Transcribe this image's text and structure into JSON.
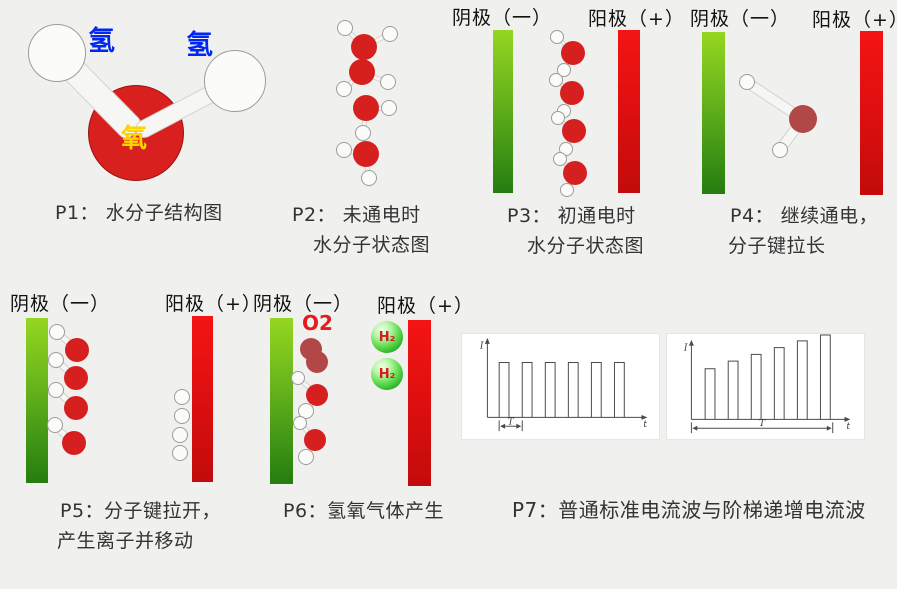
{
  "page": {
    "background": "#f0f0ee"
  },
  "colors": {
    "red_atom": "#d6201f",
    "muted_red_atom": "#b24747",
    "white_atom": "#fbfbf9",
    "hydrogen_label_blue": "#0227f2",
    "oxygen_label_yellow": "#ffd300",
    "green_electrode_top": "#96d620",
    "green_electrode_bottom": "#257d10",
    "red_electrode_top": "#f41414",
    "red_electrode_bottom": "#c20b0b",
    "o2_text_red": "#e31c1c",
    "h2_text_red": "#cf1f1f"
  },
  "p1": {
    "caption": "P1： 水分子结构图",
    "hydrogen_label": "氢",
    "oxygen_label": "氧"
  },
  "p2": {
    "caption_line1": "P2： 未通电时",
    "caption_line2": "水分子状态图"
  },
  "p3": {
    "cathode_label": "阴极（一）",
    "anode_label": "阳极（+）",
    "caption_line1": "P3： 初通电时",
    "caption_line2": "水分子状态图"
  },
  "p4": {
    "cathode_label": "阴极（一）",
    "anode_label": "阳极（+）",
    "caption_line1": "P4： 继续通电，",
    "caption_line2": "分子键拉长"
  },
  "p5": {
    "cathode_label": "阴极（一）",
    "anode_label": "阳极（+）",
    "caption_line1": "P5：分子键拉开，",
    "caption_line2": "产生离子并移动"
  },
  "p6": {
    "cathode_label": "阴极（一）",
    "anode_label": "阳极（+）",
    "o2_label": "O2",
    "h2_label": "H₂",
    "caption": "P6：氢氧气体产生"
  },
  "p7": {
    "caption": "P7：普通标准电流波与阶梯递增电流波"
  },
  "chart_data": [
    {
      "type": "bar",
      "name": "普通标准电流波",
      "ylabel": "I",
      "xlabel": "t",
      "period_label": "T",
      "marker": "first-period",
      "pulse_count": 6,
      "values": [
        1,
        1,
        1,
        1,
        1,
        1
      ],
      "units": "relative amplitude",
      "note": "equal-amplitude square current pulses; T marks one period"
    },
    {
      "type": "bar",
      "name": "阶梯递增电流波",
      "ylabel": "I",
      "xlabel": "t",
      "period_label": "T",
      "marker": "full-span",
      "pulse_count": 6,
      "values": [
        0.6,
        0.69,
        0.77,
        0.85,
        0.93,
        1.0
      ],
      "units": "relative amplitude",
      "note": "step-increasing square current pulses; T spans the whole train"
    }
  ]
}
